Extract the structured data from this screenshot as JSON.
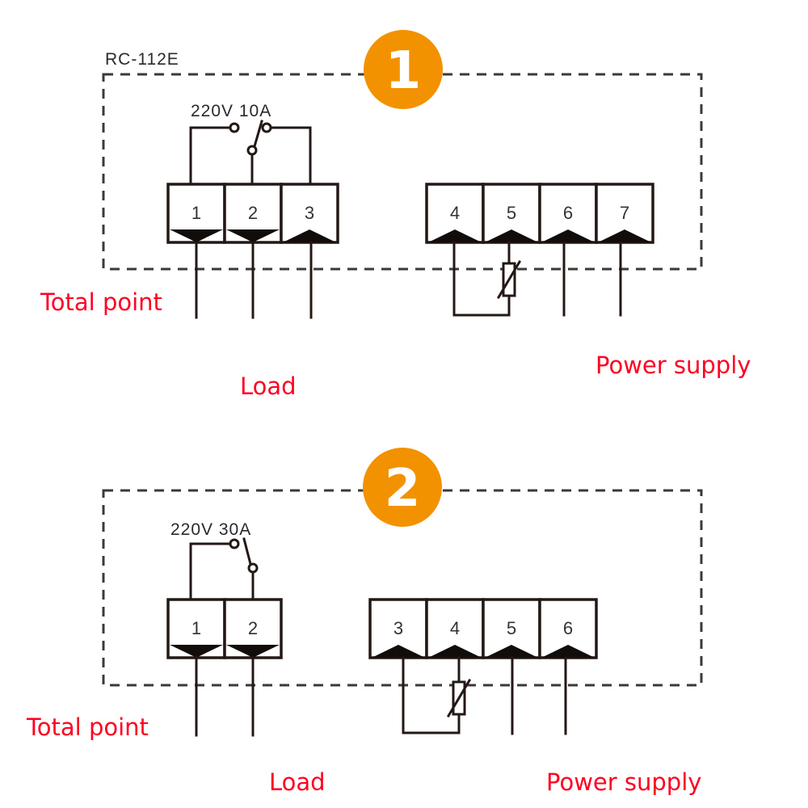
{
  "colors": {
    "badge": "#f39200",
    "label_red": "#ff0022",
    "line": "#231815"
  },
  "diagrams": [
    {
      "model_label": "RC-112E",
      "badge_number": "1",
      "relay_rating": "220V 10A",
      "relay_terminals": [
        {
          "number": "1",
          "connector": "down"
        },
        {
          "number": "2",
          "connector": "down"
        },
        {
          "number": "3",
          "connector": "up"
        }
      ],
      "sensor_power_terminals": [
        {
          "number": "4",
          "connector": "up"
        },
        {
          "number": "5",
          "connector": "up"
        },
        {
          "number": "6",
          "connector": "up"
        },
        {
          "number": "7",
          "connector": "up"
        }
      ],
      "labels": {
        "total_point": "Total point",
        "load": "Load",
        "power_supply": "Power supply"
      }
    },
    {
      "model_label": "",
      "badge_number": "2",
      "relay_rating": "220V 30A",
      "relay_terminals": [
        {
          "number": "1",
          "connector": "down"
        },
        {
          "number": "2",
          "connector": "down"
        }
      ],
      "sensor_power_terminals": [
        {
          "number": "3",
          "connector": "up"
        },
        {
          "number": "4",
          "connector": "up"
        },
        {
          "number": "5",
          "connector": "up"
        },
        {
          "number": "6",
          "connector": "up"
        }
      ],
      "labels": {
        "total_point": "Total point",
        "load": "Load",
        "power_supply": "Power supply"
      }
    }
  ]
}
